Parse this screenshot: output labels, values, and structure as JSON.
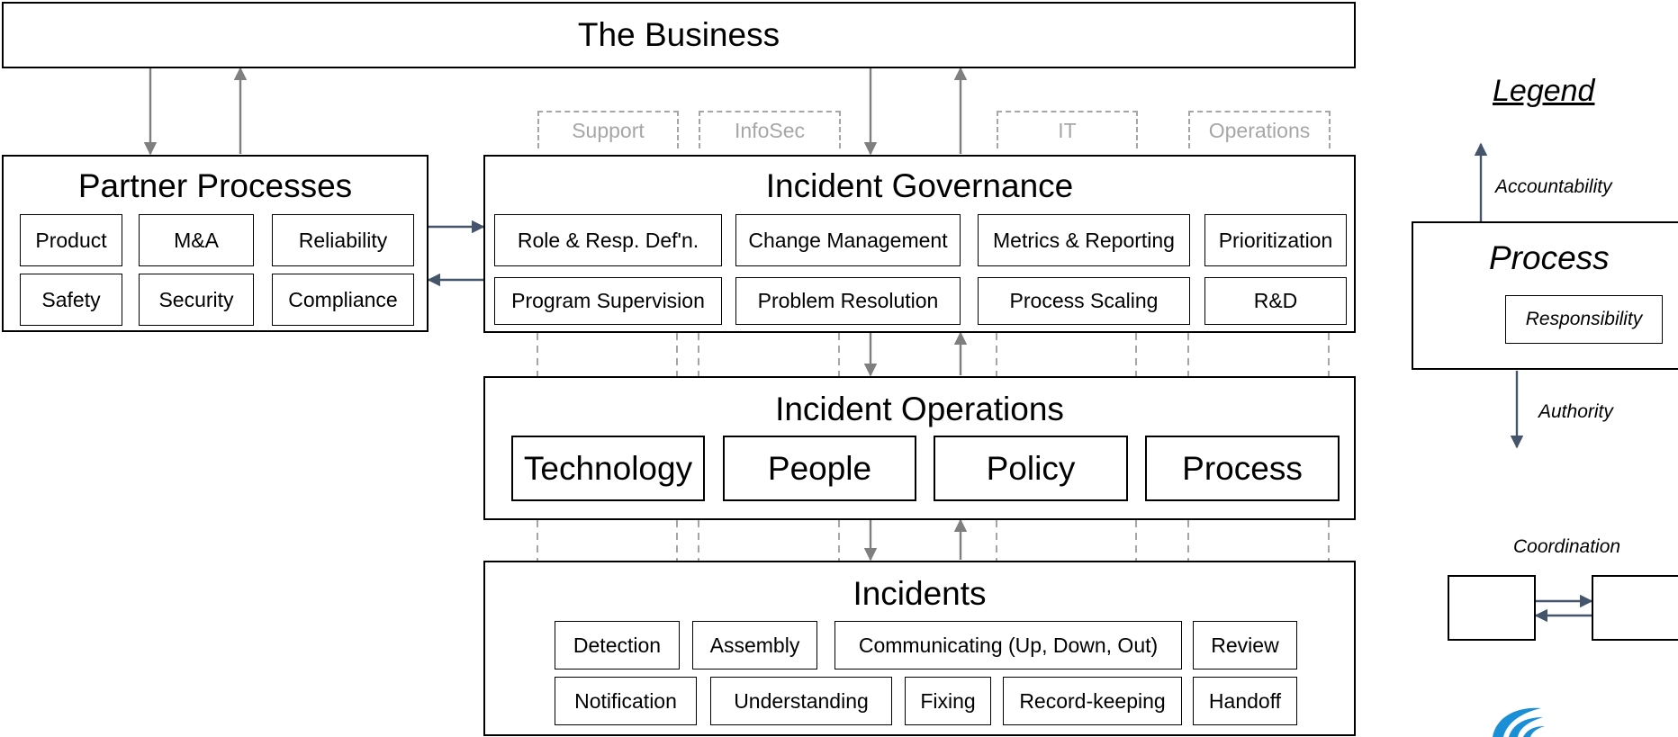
{
  "business": {
    "title": "The Business"
  },
  "partner": {
    "title": "Partner Processes",
    "items": [
      "Product",
      "M&A",
      "Reliability",
      "Safety",
      "Security",
      "Compliance"
    ]
  },
  "departments": [
    "Support",
    "InfoSec",
    "IT",
    "Operations"
  ],
  "governance": {
    "title": "Incident Governance",
    "items": [
      "Role & Resp. Def'n.",
      "Change Management",
      "Metrics & Reporting",
      "Prioritization",
      "Program Supervision",
      "Problem Resolution",
      "Process Scaling",
      "R&D"
    ]
  },
  "operations": {
    "title": "Incident Operations",
    "items": [
      "Technology",
      "People",
      "Policy",
      "Process"
    ]
  },
  "incidents": {
    "title": "Incidents",
    "row1": [
      "Detection",
      "Assembly",
      "Communicating (Up, Down, Out)",
      "Review"
    ],
    "row2": [
      "Notification",
      "Understanding",
      "Fixing",
      "Record-keeping",
      "Handoff"
    ]
  },
  "legend": {
    "title": "Legend",
    "accountability": "Accountability",
    "process": "Process",
    "responsibility": "Responsibility",
    "authority": "Authority",
    "coordination": "Coordination"
  },
  "colors": {
    "arrow_blue": "#44546a",
    "arrow_gray": "#7f7f7f",
    "dashed": "#a6a6a6",
    "logo": "#1b8fd6"
  }
}
